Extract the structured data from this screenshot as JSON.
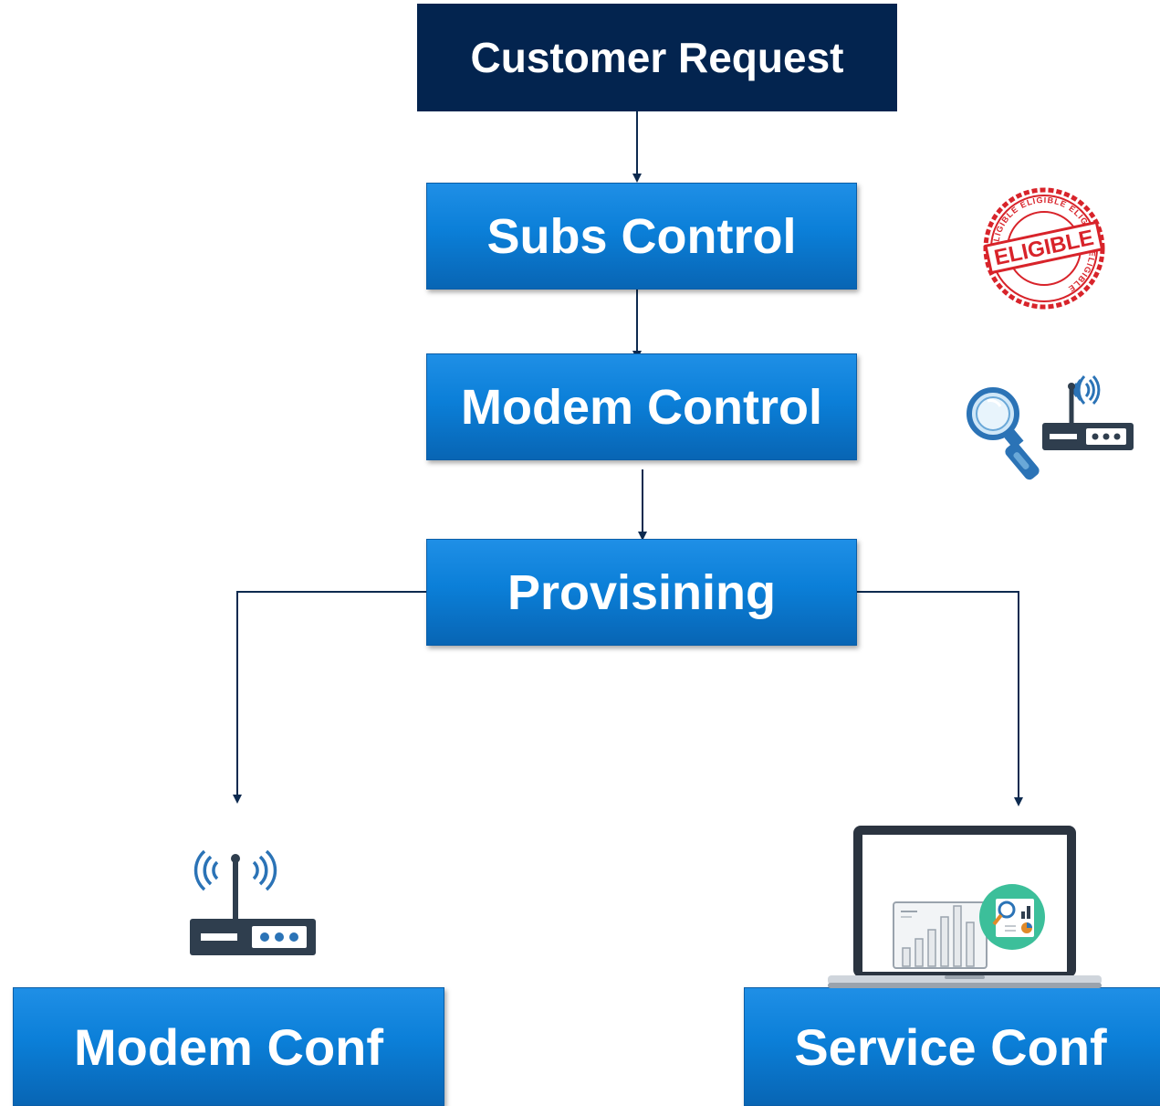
{
  "nodes": {
    "customer_request": "Customer Request",
    "subs_control": "Subs Control",
    "modem_control": "Modem Control",
    "provisioning": "Provisining",
    "modem_conf": "Modem Conf",
    "service_conf": "Service Conf"
  },
  "stamp": {
    "main_text": "ELIGIBLE",
    "ring_text": "ELIGIBLE ELIGIBLE ELIGIBLE ELIGIBLE"
  },
  "icons": [
    "eligible-stamp-icon",
    "search-router-icon",
    "router-icon",
    "laptop-analytics-icon"
  ],
  "colors": {
    "dark_box": "#03244f",
    "blue_box": "#0b7fd8",
    "connector": "#0d2a4f",
    "stamp_red": "#d8232a",
    "router": "#2f3e4e",
    "signal_blue": "#2b73b6"
  }
}
